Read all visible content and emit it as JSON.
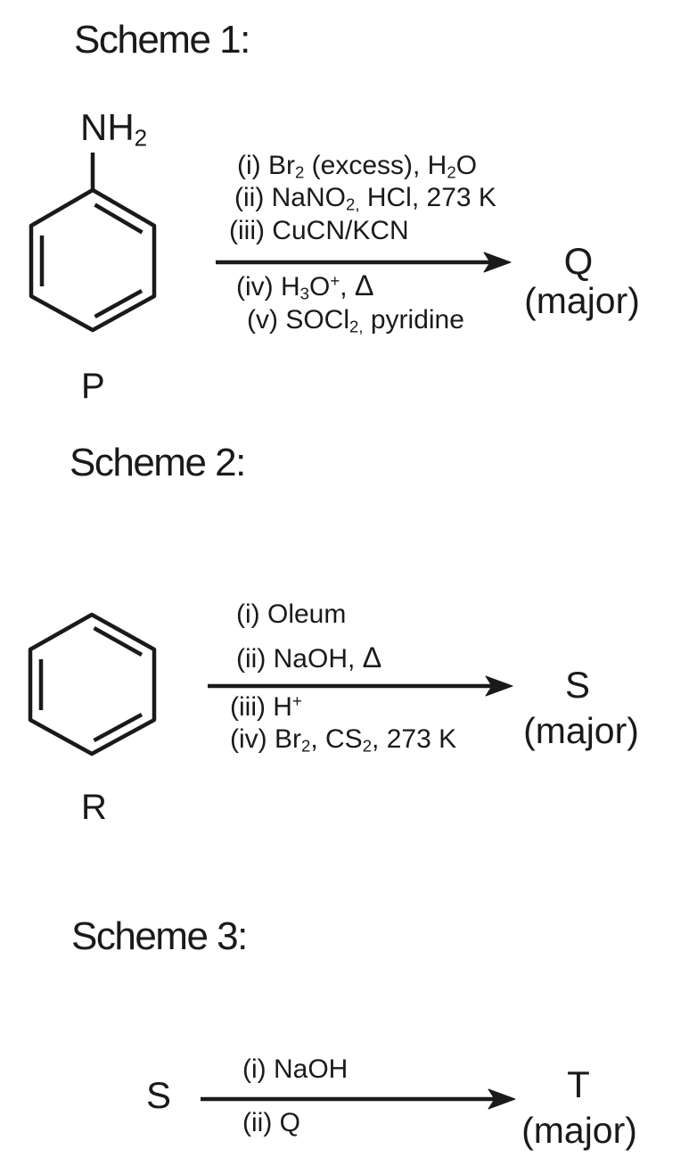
{
  "page": {
    "background": "#ffffff",
    "ink": "#1a1a1a"
  },
  "schemes": [
    {
      "title": "Scheme 1:",
      "reactant": {
        "molecule": "benzene-ring-with-amine",
        "substituent": [
          {
            "t": "NH"
          },
          {
            "t": "2",
            "s": "sub"
          }
        ],
        "label": "P"
      },
      "reagents_above": [
        [
          {
            "t": "(i) Br"
          },
          {
            "t": "2",
            "s": "sub"
          },
          {
            "t": " (excess), H"
          },
          {
            "t": "2",
            "s": "sub"
          },
          {
            "t": "O"
          }
        ],
        [
          {
            "t": "(ii) NaNO"
          },
          {
            "t": "2,",
            "s": "sub"
          },
          {
            "t": " HCl, 273 K"
          }
        ],
        [
          {
            "t": "(iii) CuCN/KCN"
          }
        ]
      ],
      "reagents_below": [
        [
          {
            "t": "(iv) H"
          },
          {
            "t": "3",
            "s": "sub"
          },
          {
            "t": "O"
          },
          {
            "t": "+",
            "s": "sup"
          },
          {
            "t": ", "
          },
          {
            "t": "Δ",
            "s": "delta"
          }
        ],
        [
          {
            "t": "(v) SOCl"
          },
          {
            "t": "2,",
            "s": "sub"
          },
          {
            "t": " pyridine"
          }
        ]
      ],
      "product": {
        "name": "Q",
        "qualifier": "(major)"
      }
    },
    {
      "title": "Scheme 2:",
      "reactant": {
        "molecule": "benzene-ring",
        "label": "R"
      },
      "reagents_above": [
        [
          {
            "t": "(i) Oleum"
          }
        ],
        [
          {
            "t": "(ii) NaOH, "
          },
          {
            "t": "Δ",
            "s": "delta"
          }
        ]
      ],
      "reagents_below": [
        [
          {
            "t": "(iii) H"
          },
          {
            "t": "+",
            "s": "sup"
          }
        ],
        [
          {
            "t": "(iv) Br"
          },
          {
            "t": "2",
            "s": "sub"
          },
          {
            "t": ", CS"
          },
          {
            "t": "2",
            "s": "sub"
          },
          {
            "t": ", 273 K"
          }
        ]
      ],
      "product": {
        "name": "S",
        "qualifier": "(major)"
      }
    },
    {
      "title": "Scheme 3:",
      "reactant": {
        "label": "S"
      },
      "reagents_above": [
        [
          {
            "t": "(i) NaOH"
          }
        ]
      ],
      "reagents_below": [
        [
          {
            "t": "(ii) Q"
          }
        ]
      ],
      "product": {
        "name": "T",
        "qualifier": "(major)"
      }
    }
  ]
}
